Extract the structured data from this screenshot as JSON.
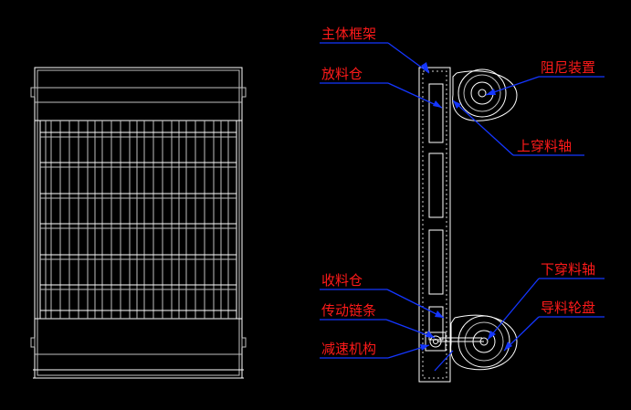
{
  "labels": {
    "main_frame": "主体框架",
    "feed_bin": "放料仓",
    "damping_device": "阻尼装置",
    "upper_shaft": "上穿料轴",
    "collect_bin": "收料仓",
    "lower_shaft": "下穿料轴",
    "drive_chain": "传动链条",
    "guide_reel": "导料轮盘",
    "reducer": "减速机构"
  },
  "colors": {
    "background": "#000000",
    "label": "#ff1a1a",
    "leader": "#1436ff",
    "drawing": "#ffffff"
  }
}
